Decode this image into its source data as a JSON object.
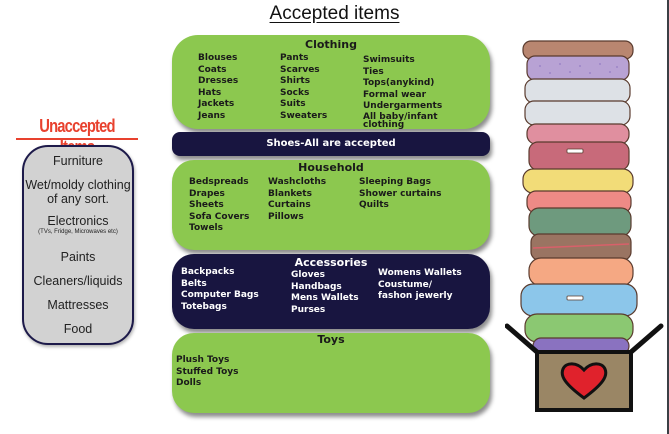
{
  "title": "Accepted items",
  "unaccepted": {
    "heading": "Unaccepted Items",
    "items": [
      {
        "label": "Furniture",
        "note": ""
      },
      {
        "label": "Wet/moldy clothing of any sort.",
        "note": ""
      },
      {
        "label": "Electronics",
        "note": "(TVs, Fridge, Microwaves etc)"
      },
      {
        "label": "Paints",
        "note": ""
      },
      {
        "label": "Cleaners/liquids",
        "note": ""
      },
      {
        "label": "Mattresses",
        "note": ""
      },
      {
        "label": "Food",
        "note": ""
      }
    ]
  },
  "accepted": {
    "clothing": {
      "title": "Clothing",
      "columns": [
        [
          "Blouses",
          "Coats",
          "Dresses",
          "Hats",
          "Jackets",
          "Jeans"
        ],
        [
          "Pants",
          "Scarves",
          "Shirts",
          "Socks",
          "Suits",
          "Sweaters"
        ],
        [
          "Swimsuits",
          "Ties",
          "Tops(anykind)",
          "Formal wear",
          "Undergarments",
          "All baby/infant clothing"
        ]
      ]
    },
    "shoes": {
      "title": "Shoes-All are accepted"
    },
    "household": {
      "title": "Household",
      "columns": [
        [
          "Bedspreads",
          "Drapes",
          "Sheets",
          "Sofa Covers",
          "Towels"
        ],
        [
          "Washcloths",
          "Blankets",
          "Curtains",
          "Pillows"
        ],
        [
          "Sleeping Bags",
          "Shower curtains",
          "Quilts"
        ]
      ]
    },
    "accessories": {
      "title": "Accessories",
      "columns": [
        [
          "Backpacks",
          "Belts",
          "Computer Bags",
          "Totebags"
        ],
        [
          "Gloves",
          "Handbags",
          "Mens Wallets",
          "Purses"
        ],
        [
          "Womens Wallets",
          "Coustume/",
          "fashon jewerly"
        ]
      ]
    },
    "toys": {
      "title": "Toys",
      "columns": [
        [
          "Plush Toys",
          "Stuffed Toys",
          "Dolls"
        ]
      ]
    }
  },
  "colors": {
    "green": "#8cc84f",
    "navy": "#181540",
    "red_heading": "#e8412e",
    "grey_box": "#d2d2d2"
  },
  "illustration": "stack-of-clothes-in-donation-box-icon"
}
